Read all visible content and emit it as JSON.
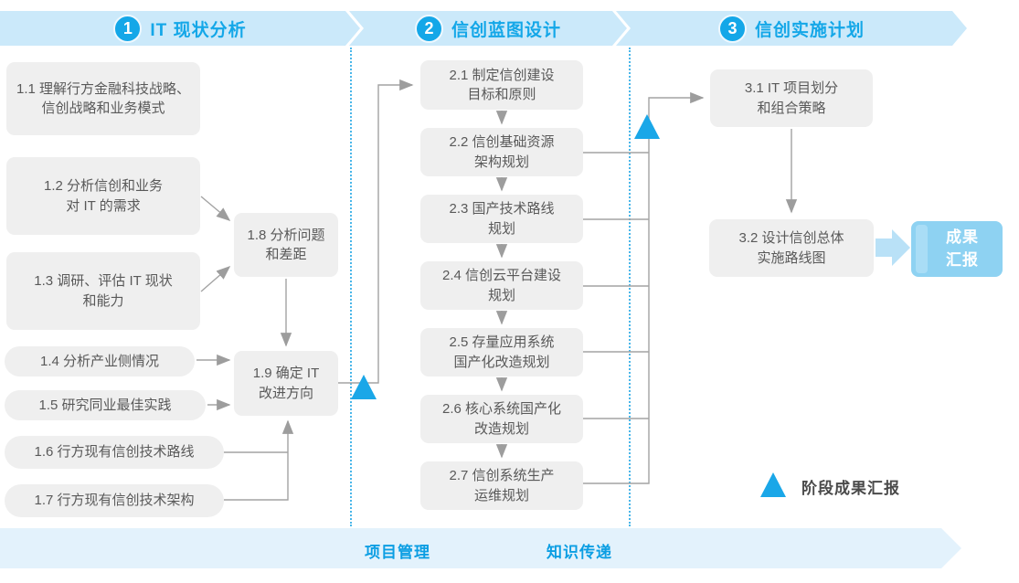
{
  "colors": {
    "accent_blue": "#14a7e8",
    "band_light_blue": "#cbe9fa",
    "bottom_band_blue": "#e3f2fc",
    "box_gray": "#efefef",
    "box_text_gray": "#595959",
    "connector_gray": "#a3a3a3",
    "milestone_triangle_blue": "#1aa7e8",
    "result_box_blue": "#8ed2f2",
    "thick_arrow_blue": "#b9e1f7"
  },
  "phases": [
    {
      "number": "1",
      "label": "IT 现状分析"
    },
    {
      "number": "2",
      "label": "信创蓝图设计"
    },
    {
      "number": "3",
      "label": "信创实施计划"
    }
  ],
  "phase1": {
    "b11": [
      "1.1 理解行方金融科技战略、",
      "信创战略和业务模式"
    ],
    "b12": [
      "1.2 分析信创和业务",
      "对 IT 的需求"
    ],
    "b13": [
      "1.3 调研、评估 IT 现状",
      "和能力"
    ],
    "p14": "1.4 分析产业侧情况",
    "p15": "1.5 研究同业最佳实践",
    "p16": "1.6 行方现有信创技术路线",
    "p17": "1.7 行方现有信创技术架构",
    "b18": [
      "1.8 分析问题",
      "和差距"
    ],
    "b19": [
      "1.9 确定 IT",
      "改进方向"
    ]
  },
  "phase2": {
    "b21": [
      "2.1 制定信创建设",
      "目标和原则"
    ],
    "b22": [
      "2.2 信创基础资源",
      "架构规划"
    ],
    "b23": [
      "2.3 国产技术路线",
      "规划"
    ],
    "b24": [
      "2.4 信创云平台建设",
      "规划"
    ],
    "b25": [
      "2.5 存量应用系统",
      "国产化改造规划"
    ],
    "b26": [
      "2.6 核心系统国产化",
      "改造规划"
    ],
    "b27": [
      "2.7 信创系统生产",
      "运维规划"
    ]
  },
  "phase3": {
    "b31": [
      "3.1 IT 项目划分",
      "和组合策略"
    ],
    "b32": [
      "3.2 设计信创总体",
      "实施路线图"
    ],
    "result": [
      "成果",
      "汇报"
    ]
  },
  "legend": {
    "milestone_label": "阶段成果汇报"
  },
  "bottom": {
    "items": [
      "项目管理",
      "知识传递"
    ]
  }
}
